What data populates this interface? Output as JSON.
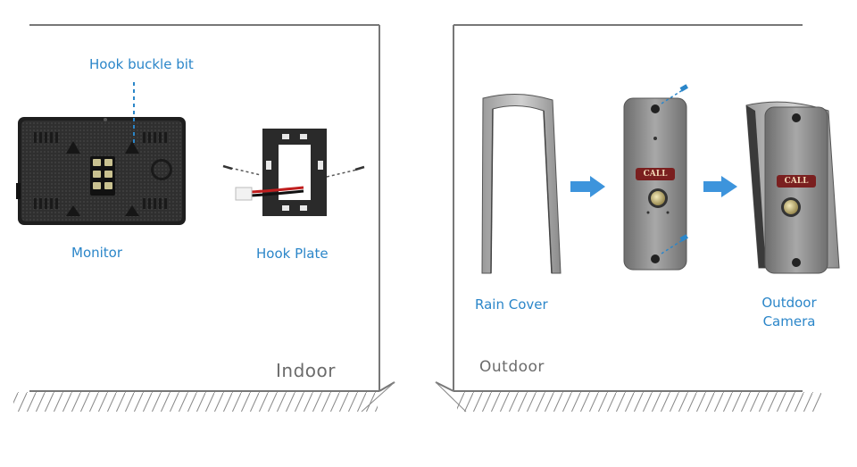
{
  "panels": {
    "indoor": {
      "title": "Indoor",
      "labels": {
        "hook_buckle": "Hook buckle bit",
        "monitor": "Monitor",
        "hook_plate": "Hook Plate"
      }
    },
    "outdoor": {
      "title": "Outdoor",
      "labels": {
        "rain_cover": "Rain Cover",
        "outdoor_camera_line1": "Outdoor",
        "outdoor_camera_line2": "Camera"
      },
      "call_text": "CALL"
    }
  },
  "colors": {
    "label": "#2b86c9",
    "arrow": "#3d94dc",
    "wall": "#777777",
    "monitor": "#2d2d2d",
    "metal": "#8f8f8f",
    "call_badge": "#7a1f1f"
  }
}
